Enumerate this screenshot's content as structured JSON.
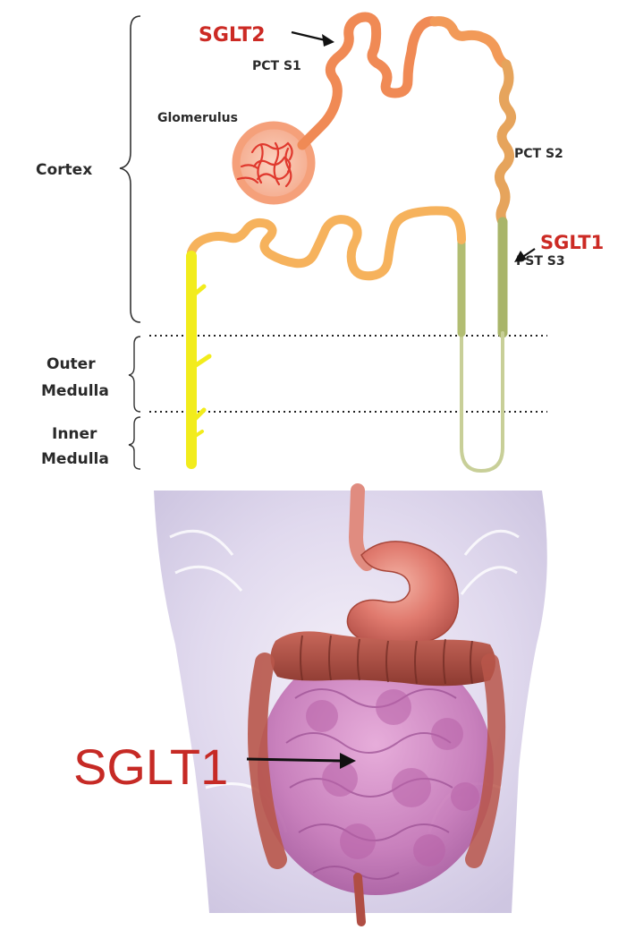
{
  "kidney_diagram": {
    "zones": {
      "cortex": "Cortex",
      "outer_medulla_line1": "Outer",
      "outer_medulla_line2": "Medulla",
      "inner_medulla_line1": "Inner",
      "inner_medulla_line2": "Medulla"
    },
    "segments": {
      "glomerulus": "Glomerulus",
      "pct_s1": "PCT S1",
      "pct_s2": "PCT S2",
      "pst_s3": "PST S3"
    },
    "transporters": {
      "sglt2": "SGLT2",
      "sglt1": "SGLT1"
    },
    "colors": {
      "label_red": "#cc2a24",
      "pct_s1": "#f08a55",
      "pct_s2": "#e8a05a",
      "loop_cortical": "#f6b25c",
      "pst_s3": "#a9b56a",
      "thin_limb": "#c8cf98",
      "collecting_duct": "#f2ec1c"
    }
  },
  "gut_illustration": {
    "transporter": "SGLT1",
    "colors": {
      "label_red": "#c62a25",
      "stomach": "#e07a6e",
      "colon": "#a8463a",
      "small_intestine": "#c678b8",
      "torso": "#d9d4ea"
    }
  }
}
